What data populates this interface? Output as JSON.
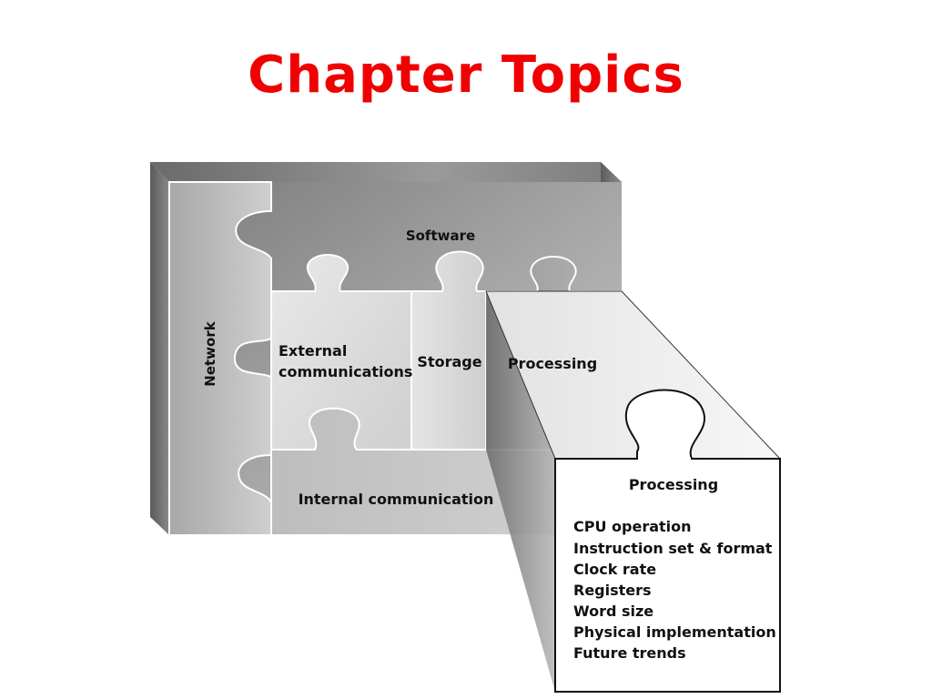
{
  "slide": {
    "title": "Chapter Topics"
  },
  "puzzle": {
    "software_label": "Software",
    "network_label": "Network",
    "external_label_line1": "External",
    "external_label_line2": "communications",
    "storage_label": "Storage",
    "processing_label": "Processing",
    "internal_label": "Internal communication"
  },
  "detail_card": {
    "title": "Processing",
    "items": [
      "CPU operation",
      "Instruction set & format",
      "Clock rate",
      "Registers",
      "Word size",
      "Physical implementation",
      "Future trends"
    ]
  }
}
